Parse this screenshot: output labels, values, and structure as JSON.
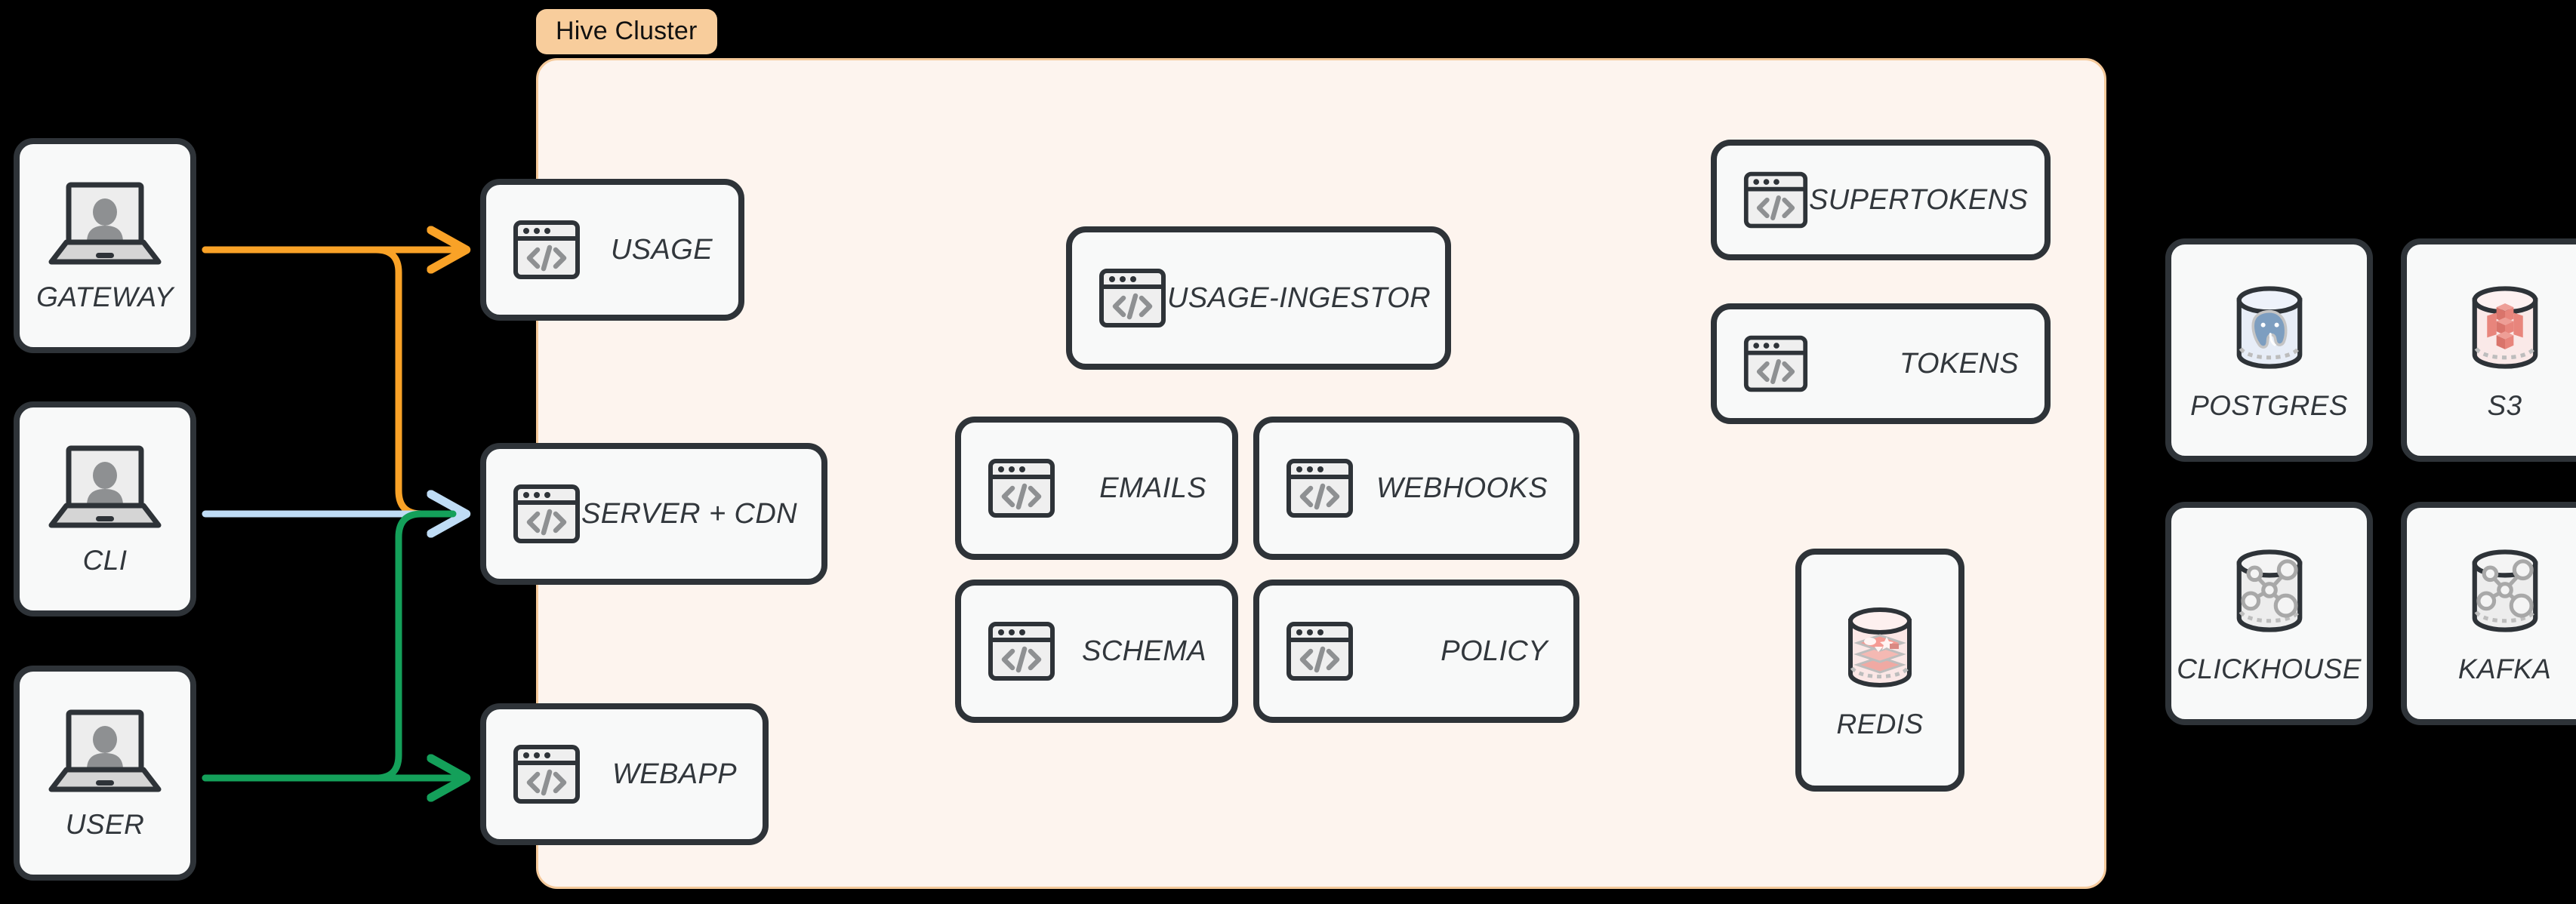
{
  "diagram": {
    "title": "Hive Cluster architecture",
    "background_color": "#000000"
  },
  "cluster": {
    "badge_label": "Hive Cluster",
    "badge_bg": "#F8CD9C",
    "panel_bg": "#FDF4EE",
    "panel_border": "#F5C99A"
  },
  "actors": [
    {
      "label": "GATEWAY",
      "icon": "laptop-user-icon"
    },
    {
      "label": "CLI",
      "icon": "laptop-user-icon"
    },
    {
      "label": "USER",
      "icon": "laptop-user-icon"
    }
  ],
  "edge_services": [
    {
      "label": "USAGE",
      "icon": "code-window-icon"
    },
    {
      "label": "SERVER + CDN",
      "icon": "code-window-icon"
    },
    {
      "label": "WEBAPP",
      "icon": "code-window-icon"
    }
  ],
  "cluster_services": [
    {
      "label": "USAGE-INGESTOR",
      "icon": "code-window-icon"
    },
    {
      "label": "EMAILS",
      "icon": "code-window-icon"
    },
    {
      "label": "WEBHOOKS",
      "icon": "code-window-icon"
    },
    {
      "label": "SCHEMA",
      "icon": "code-window-icon"
    },
    {
      "label": "POLICY",
      "icon": "code-window-icon"
    },
    {
      "label": "SUPERTOKENS",
      "icon": "code-window-icon"
    },
    {
      "label": "TOKENS",
      "icon": "code-window-icon"
    }
  ],
  "cluster_datastores": [
    {
      "label": "REDIS",
      "icon": "redis-cylinder-icon",
      "accent": "#E8897F"
    }
  ],
  "external_datastores": [
    {
      "label": "POSTGRES",
      "icon": "postgres-cylinder-icon",
      "accent": "#7D9EC0"
    },
    {
      "label": "S3",
      "icon": "s3-cylinder-icon",
      "accent": "#E0827A"
    },
    {
      "label": "CLICKHOUSE",
      "icon": "clickhouse-cylinder-icon",
      "accent": "#A8A8A8"
    },
    {
      "label": "KAFKA",
      "icon": "kafka-cylinder-icon",
      "accent": "#A8A8A8"
    }
  ],
  "connections": [
    {
      "from": "GATEWAY",
      "to": "USAGE",
      "color": "#F9A227"
    },
    {
      "from": "GATEWAY",
      "to": "SERVER + CDN",
      "color": "#F9A227"
    },
    {
      "from": "CLI",
      "to": "SERVER + CDN",
      "color": "#BFDCF5"
    },
    {
      "from": "USER",
      "to": "SERVER + CDN",
      "color": "#14A05A"
    },
    {
      "from": "USER",
      "to": "WEBAPP",
      "color": "#14A05A"
    }
  ],
  "palette": {
    "card_bg": "#F8F9F9",
    "card_border": "#2E3338",
    "label_text": "#32373C",
    "icon_gray": "#8E9092",
    "icon_fill": "#EFEFEF"
  }
}
